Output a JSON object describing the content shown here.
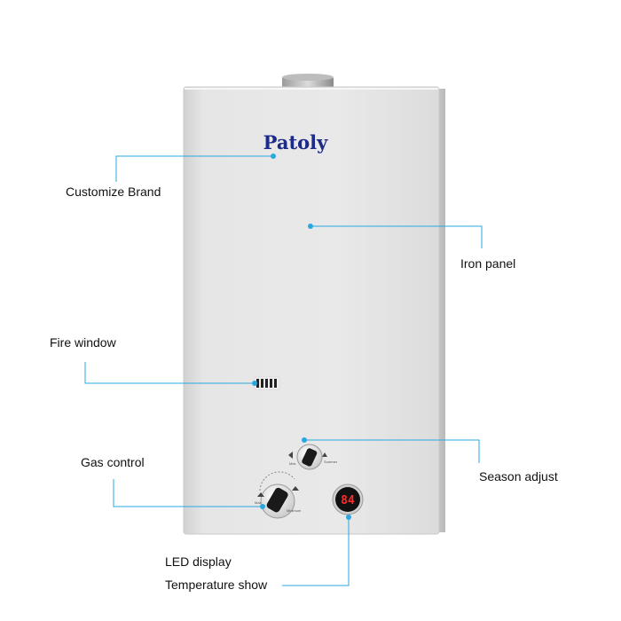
{
  "product": {
    "brand": "Patoly",
    "led_readout": "84",
    "dial_marks": {
      "season_left": "Max",
      "season_right": "Summer",
      "gas_left": "Max",
      "gas_right": "Minimum"
    }
  },
  "callouts": {
    "customize_brand": "Customize Brand",
    "iron_panel": "Iron panel",
    "fire_window": "Fire window",
    "gas_control": "Gas control",
    "season_adjust": "Season adjust",
    "led_display": "LED display",
    "temperature_show": "Temperature show"
  },
  "colors": {
    "callout_line": "#29a8e0",
    "panel": "#e4e4e4",
    "brand_text": "#1c2a88",
    "led_digits": "#ff2a2a"
  }
}
